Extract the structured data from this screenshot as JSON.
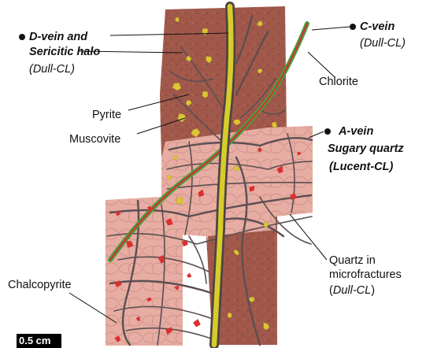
{
  "labels": {
    "d_vein_line1": "D-vein and",
    "d_vein_line2": "Sericitic halo",
    "d_vein_cl": "(Dull-CL)",
    "c_vein": "C-vein",
    "c_vein_cl": "(Dull-CL)",
    "chlorite": "Chlorite",
    "pyrite": "Pyrite",
    "muscovite": "Muscovite",
    "a_vein": "A-vein",
    "a_vein_sub": "Sugary quartz",
    "a_vein_cl": "(Lucent-CL)",
    "quartz_line1": "Quartz in",
    "quartz_line2": "microfractures",
    "quartz_cl_open": "(",
    "quartz_cl_italic": "Dull-CL",
    "quartz_cl_close": ")",
    "chalcopyrite": "Chalcopyrite",
    "scale": "0.5 cm"
  },
  "colors": {
    "halo": "#a0584a",
    "quartz": "#e7aca2",
    "yellow_vein": "#d8cc2b",
    "pyrite": "#dcc631",
    "chalcopyrite": "#d9302e",
    "chlorite": "#3fa33f",
    "fracture": "#5b4f52"
  }
}
